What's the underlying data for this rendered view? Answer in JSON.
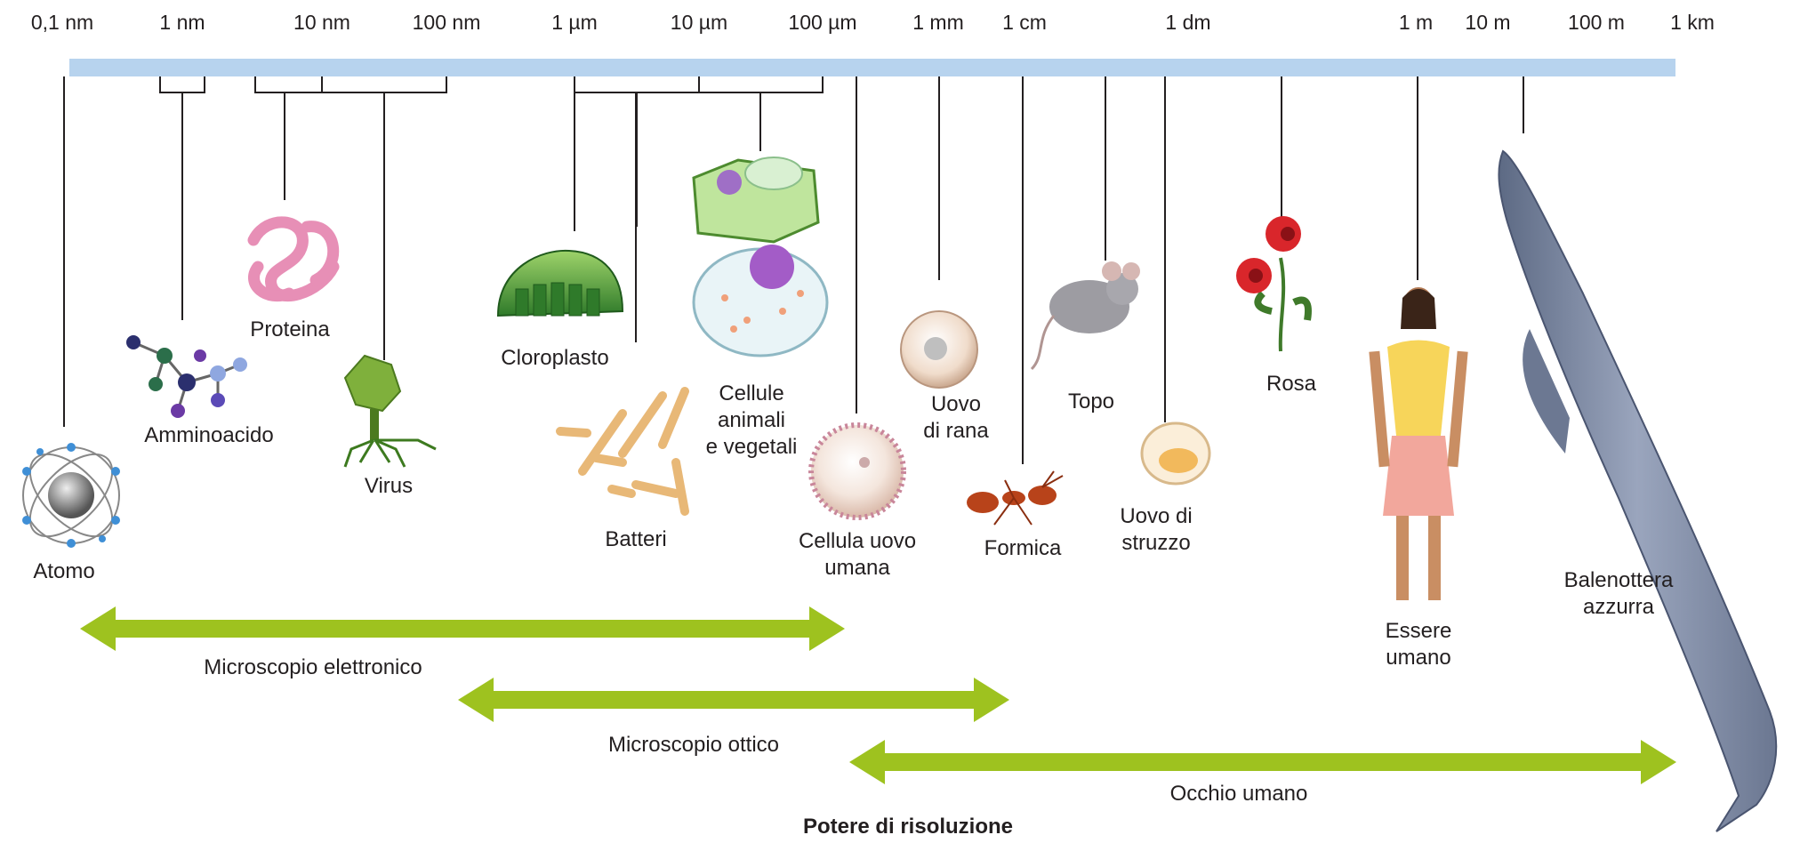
{
  "scale": {
    "bar_color": "#b7d3ee",
    "ticks": [
      "0,1 nm",
      "1 nm",
      "10 nm",
      "100 nm",
      "1 µm",
      "10 µm",
      "100 µm",
      "1 mm",
      "1 cm",
      "1 dm",
      "1 m",
      "10 m",
      "100 m",
      "1 km"
    ]
  },
  "organisms": {
    "atomo": "Atomo",
    "amminoacido": "Amminoacido",
    "proteina": "Proteina",
    "virus": "Virus",
    "cloroplasto": "Cloroplasto",
    "batteri": "Batteri",
    "cellule": [
      "Cellule",
      "animali",
      "e vegetali"
    ],
    "cellula_uovo": [
      "Cellula uovo",
      "umana"
    ],
    "uovo_rana": [
      "Uovo",
      "di rana"
    ],
    "formica": "Formica",
    "topo": "Topo",
    "uovo_struzzo": [
      "Uovo di",
      "struzzo"
    ],
    "rosa": "Rosa",
    "essere_umano": [
      "Essere",
      "umano"
    ],
    "balenottera": [
      "Balenottera",
      "azzurra"
    ]
  },
  "ranges": {
    "arrow_color": "#9ec21f",
    "microscopio_elettronico": "Microscopio elettronico",
    "microscopio_ottico": "Microscopio ottico",
    "occhio_umano": "Occhio umano"
  },
  "title": "Potere di risoluzione"
}
